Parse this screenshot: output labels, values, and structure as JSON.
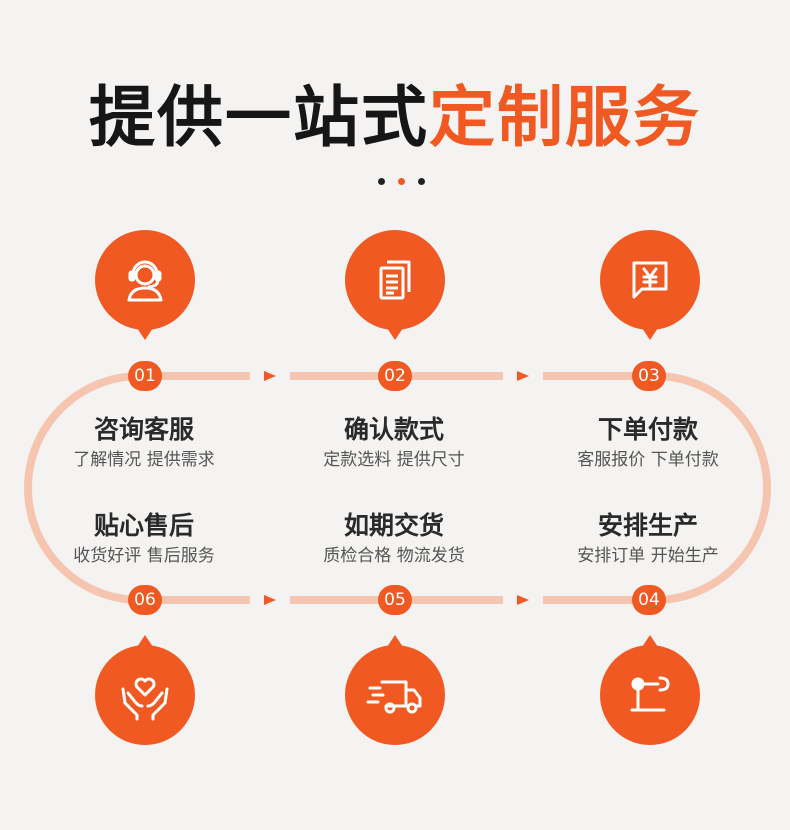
{
  "title": {
    "dark": "提供一站式",
    "accent": "定制服务"
  },
  "colors": {
    "accent": "#f05a22",
    "track": "#f6c5b0",
    "dark": "#161616"
  },
  "steps": [
    {
      "num": "01",
      "title": "咨询客服",
      "desc": "了解情况 提供需求",
      "icon": "headset-agent-icon"
    },
    {
      "num": "02",
      "title": "确认款式",
      "desc": "定款选料 提供尺寸",
      "icon": "documents-icon"
    },
    {
      "num": "03",
      "title": "下单付款",
      "desc": "客服报价 下单付款",
      "icon": "yen-chat-icon"
    },
    {
      "num": "04",
      "title": "安排生产",
      "desc": "安排订单 开始生产",
      "icon": "robot-arm-icon"
    },
    {
      "num": "05",
      "title": "如期交货",
      "desc": "质检合格 物流发货",
      "icon": "delivery-truck-icon"
    },
    {
      "num": "06",
      "title": "贴心售后",
      "desc": "收货好评 售后服务",
      "icon": "heart-hands-icon"
    }
  ]
}
